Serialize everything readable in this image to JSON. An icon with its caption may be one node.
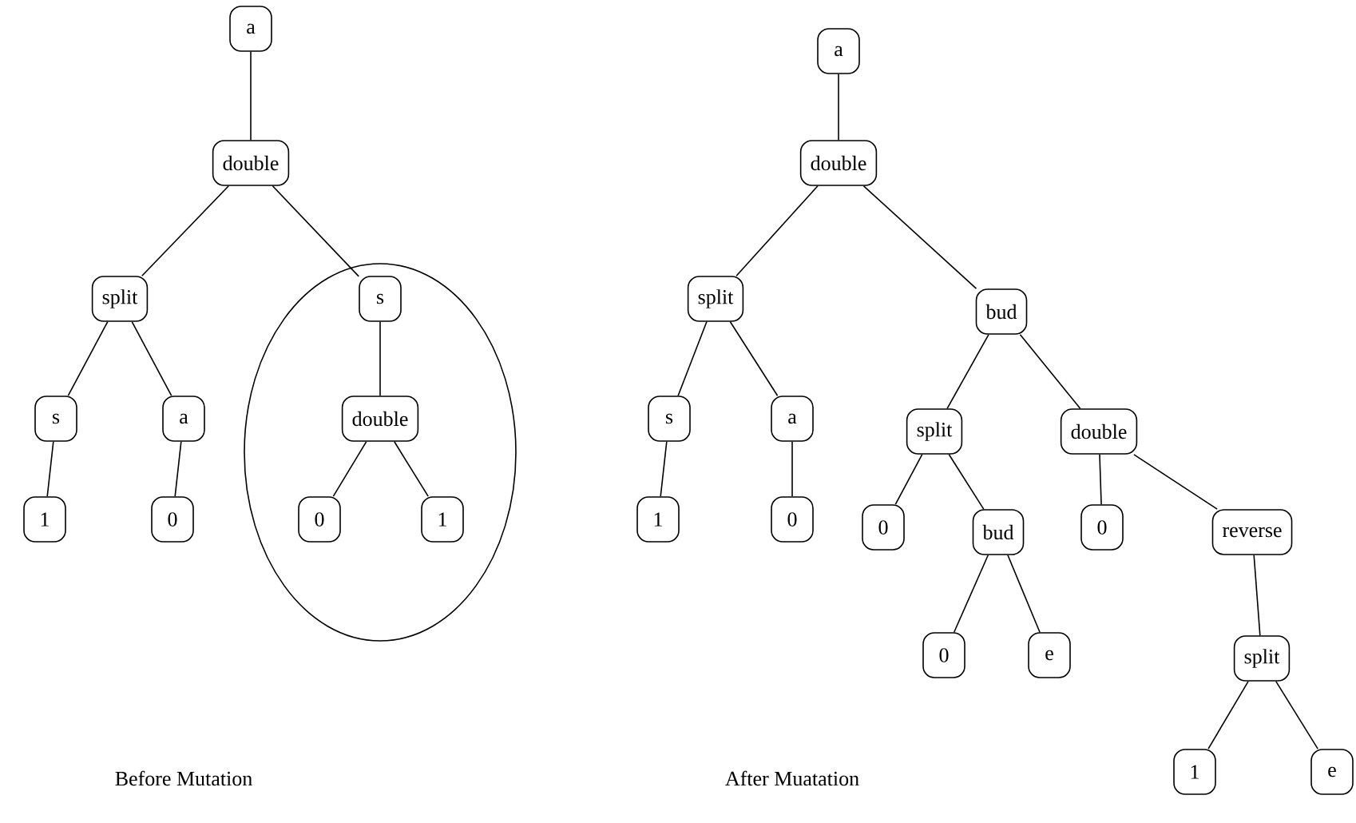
{
  "diagram": {
    "nodes": [
      {
        "text": [
          "a"
        ]
      },
      {
        "text": [
          "double"
        ]
      },
      {
        "text": [
          "split"
        ]
      },
      {
        "text": [
          "s"
        ]
      },
      {
        "text": [
          "a"
        ]
      },
      {
        "text": [
          "1"
        ]
      },
      {
        "text": [
          "0"
        ]
      },
      {
        "text": [],
        "shape": "circle"
      },
      {
        "text": [
          "s"
        ],
        "in": 7
      },
      {
        "text": [
          "double"
        ],
        "in": 7
      },
      {
        "text": [
          "0"
        ],
        "in": 7
      },
      {
        "text": [
          "1"
        ],
        "in": 7
      },
      {
        "text": [
          "a"
        ]
      },
      {
        "text": [
          "double"
        ]
      },
      {
        "text": [
          "split"
        ]
      },
      {
        "text": [
          "bud"
        ]
      },
      {
        "text": [
          "s"
        ]
      },
      {
        "text": [
          "a"
        ]
      },
      {
        "text": [
          "1"
        ]
      },
      {
        "text": [
          "0"
        ]
      },
      {
        "text": [
          "split"
        ]
      },
      {
        "text": [
          "double"
        ]
      },
      {
        "text": [
          "0"
        ]
      },
      {
        "text": [
          "bud"
        ]
      },
      {
        "text": [
          "0"
        ]
      },
      {
        "text": [
          "reverse"
        ]
      },
      {
        "text": [
          "0"
        ]
      },
      {
        "text": [
          "e"
        ]
      },
      {
        "text": [
          "split"
        ]
      },
      {
        "text": [
          "1"
        ]
      },
      {
        "text": [
          "e"
        ]
      }
    ],
    "edges": [
      {
        "from": 0,
        "to": 1,
        "arrow": "none"
      },
      {
        "from": 1,
        "to": 2,
        "arrow": "none"
      },
      {
        "from": 1,
        "to": 8,
        "arrow": "none"
      },
      {
        "from": 2,
        "to": 3,
        "arrow": "none"
      },
      {
        "from": 2,
        "to": 4,
        "arrow": "none"
      },
      {
        "from": 3,
        "to": 5,
        "arrow": "none"
      },
      {
        "from": 4,
        "to": 6,
        "arrow": "none"
      },
      {
        "from": 8,
        "to": 9,
        "arrow": "none"
      },
      {
        "from": 9,
        "to": 10,
        "arrow": "none"
      },
      {
        "from": 9,
        "to": 11,
        "arrow": "none"
      },
      {
        "from": 12,
        "to": 13,
        "arrow": "none"
      },
      {
        "from": 13,
        "to": 14,
        "arrow": "none"
      },
      {
        "from": 13,
        "to": 15,
        "arrow": "none"
      },
      {
        "from": 14,
        "to": 16,
        "arrow": "none"
      },
      {
        "from": 14,
        "to": 17,
        "arrow": "none"
      },
      {
        "from": 16,
        "to": 18,
        "arrow": "none"
      },
      {
        "from": 17,
        "to": 19,
        "arrow": "none"
      },
      {
        "from": 15,
        "to": 20,
        "arrow": "none"
      },
      {
        "from": 15,
        "to": 21,
        "arrow": "none"
      },
      {
        "from": 20,
        "to": 22,
        "arrow": "none"
      },
      {
        "from": 20,
        "to": 23,
        "arrow": "none"
      },
      {
        "from": 21,
        "to": 24,
        "arrow": "none"
      },
      {
        "from": 21,
        "to": 25,
        "arrow": "none"
      },
      {
        "from": 23,
        "to": 26,
        "arrow": "none"
      },
      {
        "from": 23,
        "to": 27,
        "arrow": "none"
      },
      {
        "from": 25,
        "to": 28,
        "arrow": "none"
      },
      {
        "from": 28,
        "to": 29,
        "arrow": "none"
      },
      {
        "from": 28,
        "to": 30,
        "arrow": "none"
      }
    ],
    "labels": [
      "Before Mutation",
      "After Muatation"
    ]
  }
}
